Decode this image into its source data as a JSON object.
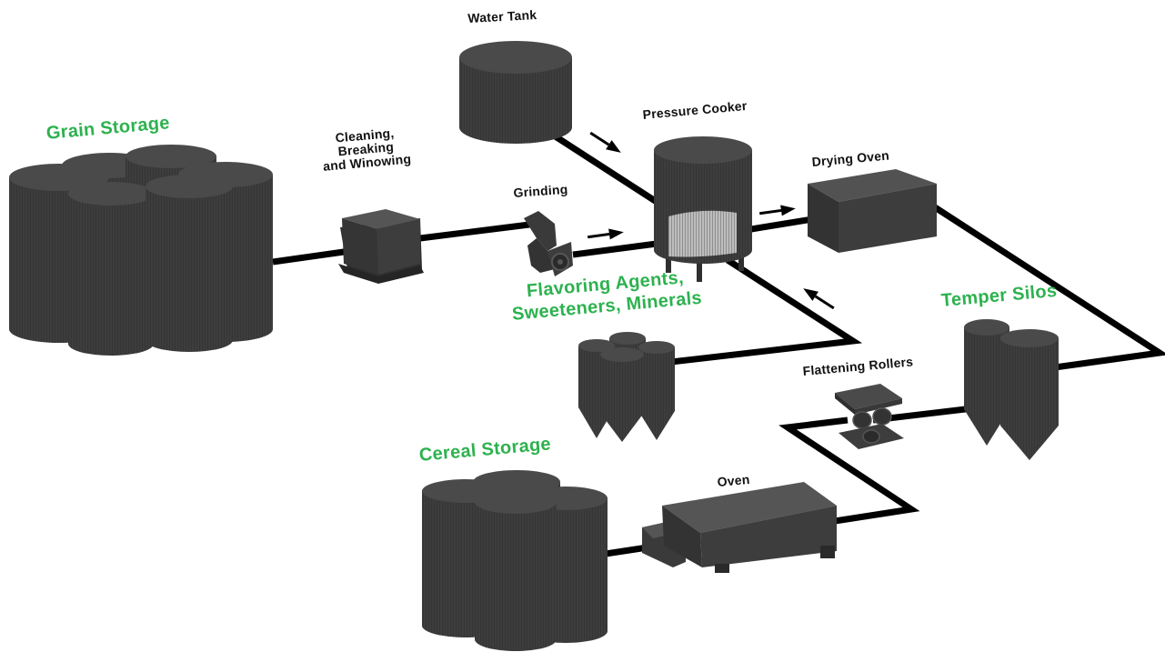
{
  "labels": {
    "water_tank": "Water Tank",
    "pressure_cooker": "Pressure Cooker",
    "drying_oven": "Drying Oven",
    "grinding": "Grinding",
    "cleaning": [
      "Cleaning,",
      "Breaking",
      "and Winowing"
    ],
    "grain_storage": "Grain Storage",
    "flavoring": [
      "Flavoring Agents,",
      "Sweeteners, Minerals"
    ],
    "temper_silos": "Temper Silos",
    "flattening_rollers": "Flattening Rollers",
    "cereal_storage": "Cereal Storage",
    "oven": "Oven"
  },
  "colors": {
    "equipment_fill": "#3d3d3d",
    "equipment_top": "#4a4a4a",
    "equipment_dark": "#2a2a2a",
    "pipe": "#000000",
    "label_dark": "#111111",
    "label_green": "#2db24f",
    "cooker_window": "#b8b8b8"
  }
}
